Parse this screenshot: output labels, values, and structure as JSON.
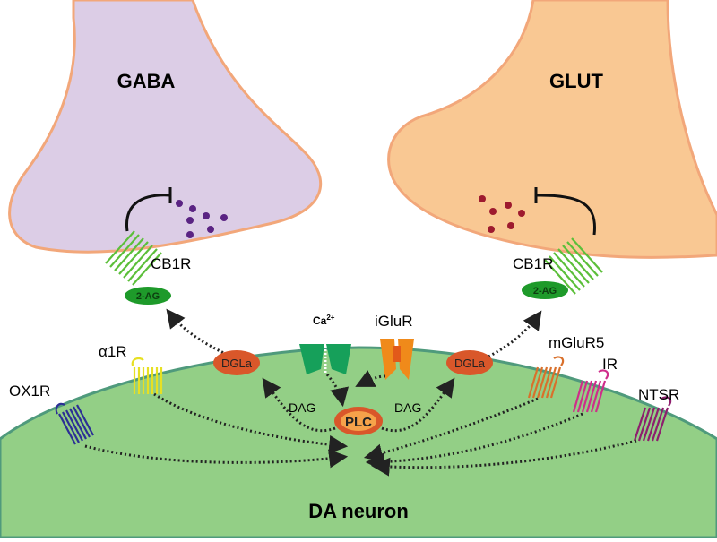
{
  "labels": {
    "gaba": "GABA",
    "glut": "GLUT",
    "cb1r_left": "CB1R",
    "cb1r_right": "CB1R",
    "ag_left": "2-AG",
    "ag_right": "2-AG",
    "ca": "Ca",
    "ca_sup": "2+",
    "iglur": "iGluR",
    "a1r": "α1R",
    "ox1r": "OX1R",
    "mglur5": "mGluR5",
    "ir": "IR",
    "ntsr": "NTSR",
    "dgla_left": "DGLa",
    "dgla_right": "DGLa",
    "dag_left": "DAG",
    "dag_right": "DAG",
    "plc": "PLC",
    "neuron": "DA neuron"
  },
  "colors": {
    "gaba_fill": "#dccde6",
    "terminal_stroke": "#f2a77a",
    "glut_fill": "#f9c893",
    "neuron_fill": "#93cf86",
    "neuron_stroke": "#4f9a7c",
    "cb1r": "#5cbf3a",
    "ag_badge": "#1e9a2a",
    "ca_channel": "#16a05a",
    "iglur": "#f08a1a",
    "a1r": "#e7e023",
    "ox1r": "#2c2f95",
    "mglur5": "#d9702b",
    "ir": "#cf2d8a",
    "ntsr": "#8e1f6e",
    "enzyme": "#d9572a",
    "vesicle_gaba": "#5a2383",
    "vesicle_glut": "#9e1a2e"
  },
  "icons": [
    "inhibition-arrow-icon",
    "receptor-7tm-icon",
    "ion-channel-icon",
    "vesicle-icon"
  ]
}
